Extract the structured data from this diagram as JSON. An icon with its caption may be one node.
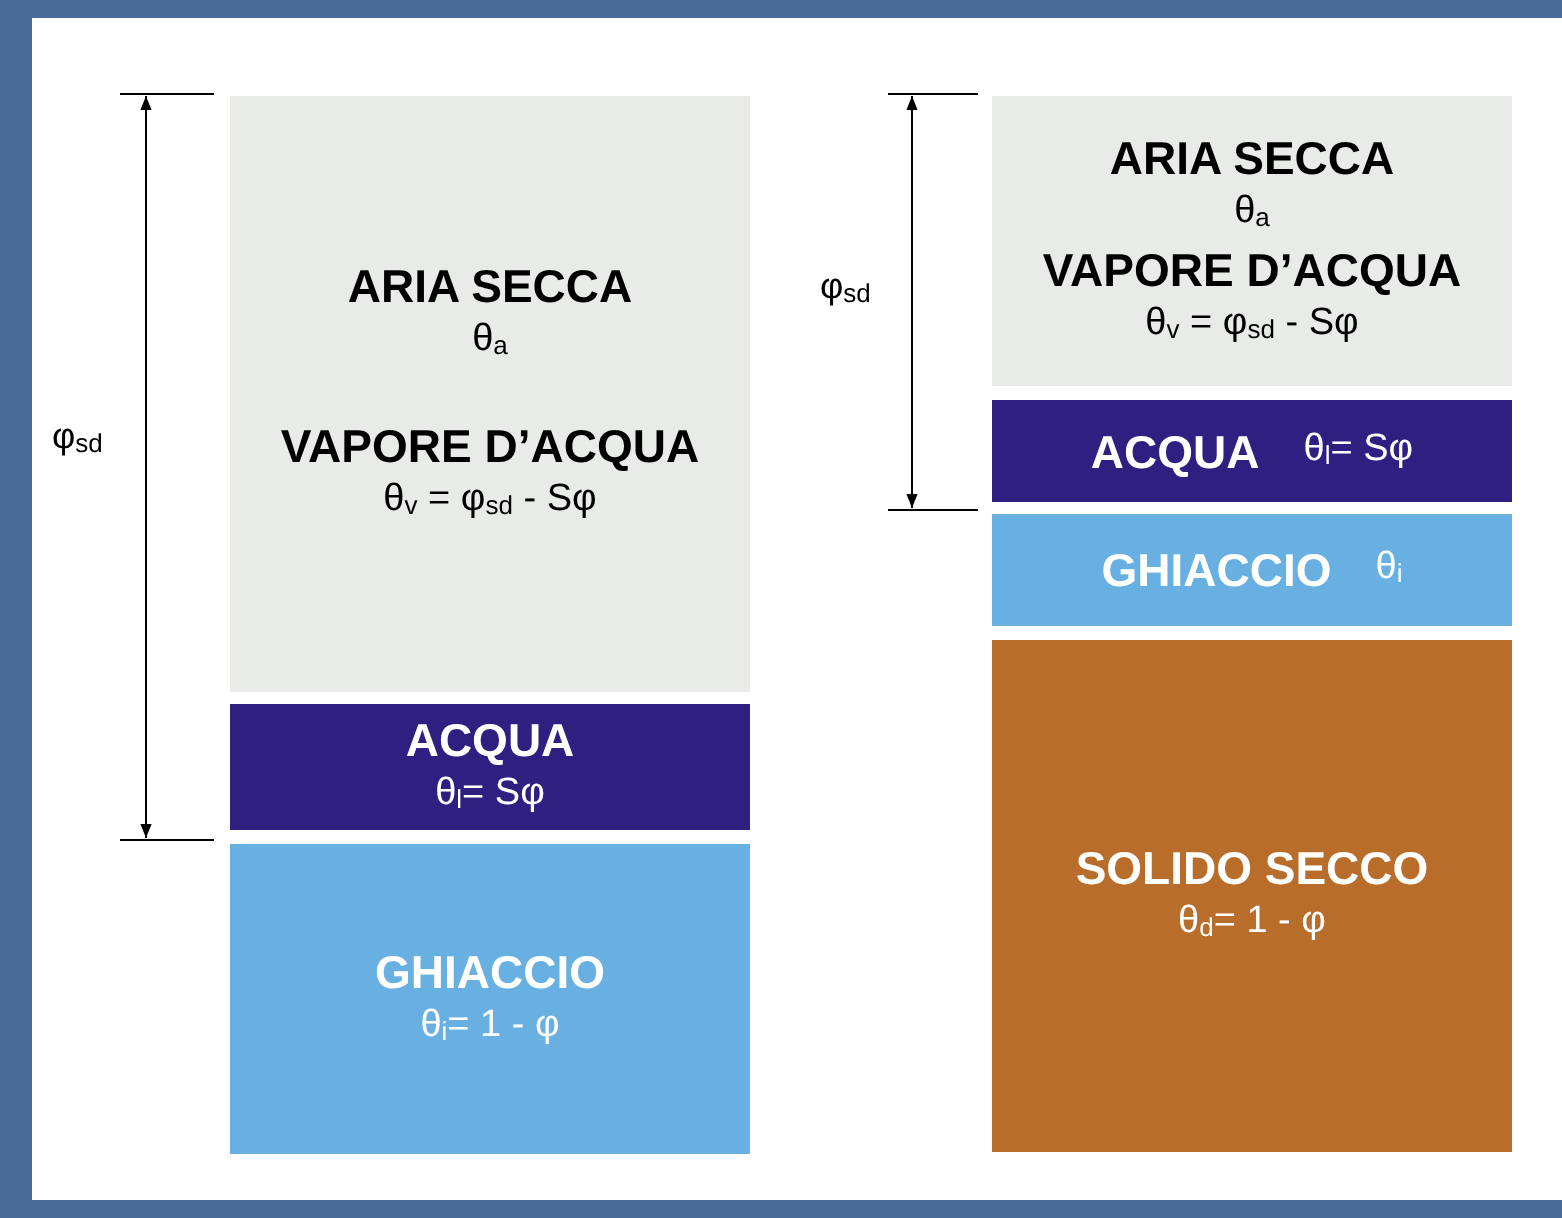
{
  "diagram": {
    "nodes": [
      {
        "text": [
          "ARIA SECCA",
          "θ$_{a}$",
          "VAPORE D’ACQUA",
          "θ$_{v}$ = φ$_{sd}$ - Sφ"
        ]
      },
      {
        "text": [
          "ACQUA",
          "θ$_{l}$= Sφ"
        ]
      },
      {
        "text": [
          "GHIACCIO",
          "θ$_{i}$= 1 - φ"
        ]
      },
      {
        "text": [
          "ARIA SECCA",
          "θ$_{a}$",
          "VAPORE D’ACQUA",
          "θ$_{v}$ = φ$_{sd}$ - Sφ"
        ]
      },
      {
        "text": [
          "ACQUA",
          "θ$_{l}$= Sφ"
        ]
      },
      {
        "text": [
          "GHIACCIO",
          "θ$_{i}$"
        ]
      },
      {
        "text": [
          "SOLIDO SECCO",
          "θ$_{d}$= 1 - φ"
        ]
      }
    ],
    "labels": [
      "φ$_{sd}$",
      "φ$_{sd}$"
    ]
  }
}
